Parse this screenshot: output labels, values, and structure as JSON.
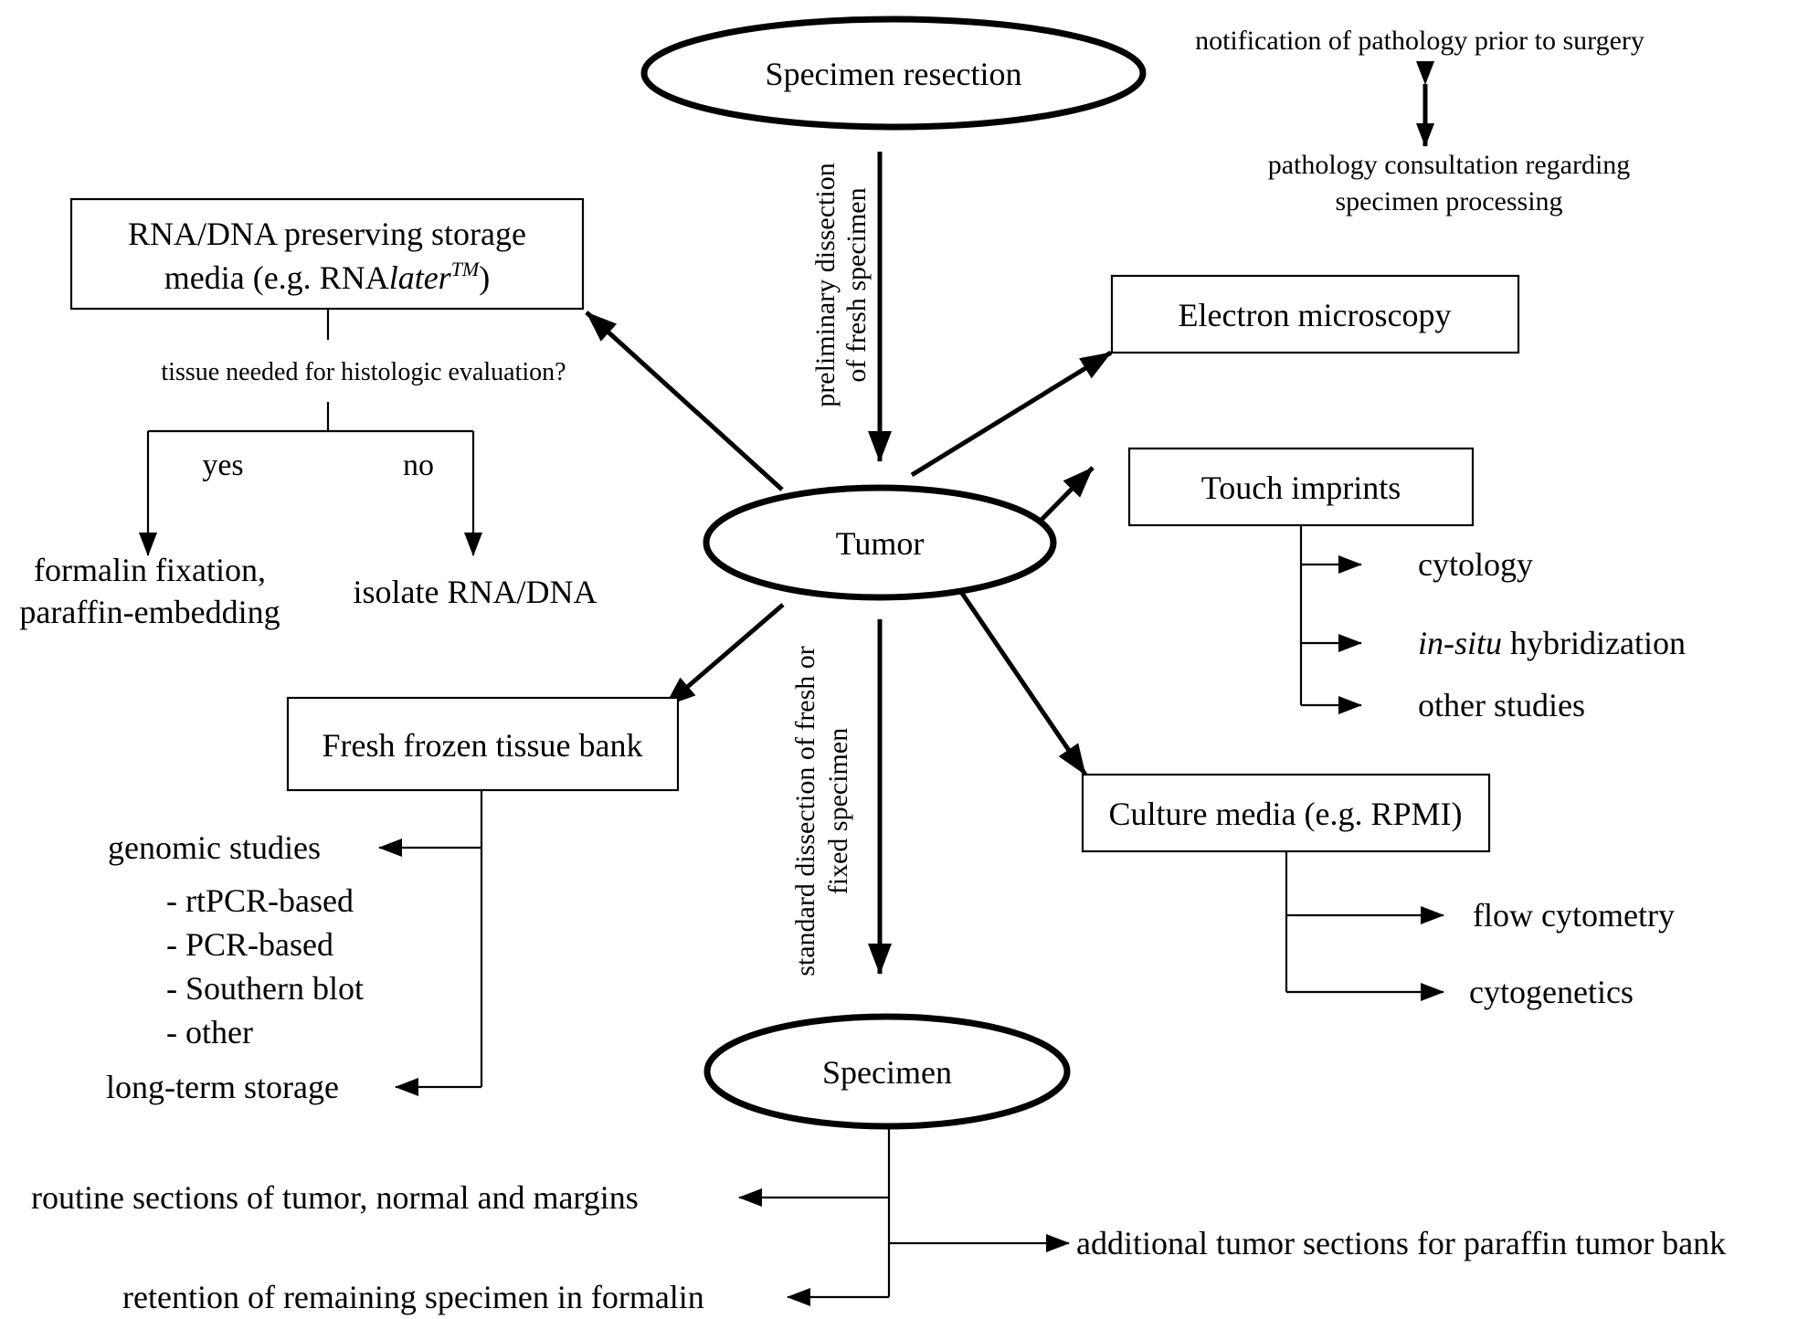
{
  "nodes": {
    "specimen_resection": "Specimen resection",
    "tumor": "Tumor",
    "specimen": "Specimen",
    "rna_box_line1": "RNA/DNA preserving storage",
    "rna_box_line2_prefix": "media (e.g. RNA",
    "rna_box_line2_italic": "later",
    "rna_box_line2_sup": "TM",
    "rna_box_line2_suffix": ")",
    "electron_microscopy": "Electron microscopy",
    "touch_imprints": "Touch imprints",
    "fresh_frozen": "Fresh frozen tissue bank",
    "culture_media": "Culture media (e.g. RPMI)"
  },
  "consult": {
    "notification": "notification of pathology prior to surgery",
    "consult_line1": "pathology consultation regarding",
    "consult_line2": "specimen processing"
  },
  "edges": {
    "prelim_line1": "preliminary dissection",
    "prelim_line2": "of fresh specimen",
    "standard_line1": "standard dissection of fresh or",
    "standard_line2": "fixed  specimen"
  },
  "rna_branch": {
    "question": "tissue needed for histologic evaluation?",
    "yes": "yes",
    "no": "no",
    "formalin_line1": "formalin fixation,",
    "formalin_line2": "paraffin-embedding",
    "isolate": "isolate RNA/DNA"
  },
  "touch_branch": {
    "cytology": "cytology",
    "insitu_italic": "in-situ",
    "insitu_rest": " hybridization",
    "other": "other studies"
  },
  "culture_branch": {
    "flow": "flow cytometry",
    "cytogenetics": "cytogenetics"
  },
  "frozen_branch": {
    "genomic": "genomic studies",
    "rtpcr": "- rtPCR-based",
    "pcr": "- PCR-based",
    "southern": "- Southern blot",
    "other": "- other",
    "longterm": "long-term storage"
  },
  "specimen_branch": {
    "routine": "routine sections of tumor, normal and margins",
    "additional": "additional tumor sections for paraffin tumor bank",
    "retention": "retention of remaining specimen in formalin"
  }
}
